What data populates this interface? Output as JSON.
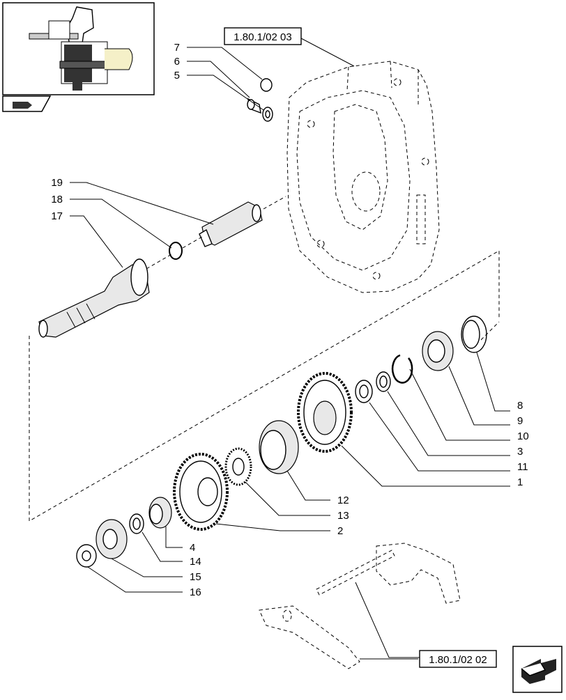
{
  "references": {
    "housing": "1.80.1/02 03",
    "shift_fork": "1.80.1/02 02"
  },
  "callouts": {
    "c1": "1",
    "c2": "2",
    "c3": "3",
    "c4": "4",
    "c5": "5",
    "c6": "6",
    "c7": "7",
    "c8": "8",
    "c9": "9",
    "c10": "10",
    "c11": "11",
    "c12": "12",
    "c13": "13",
    "c14": "14",
    "c15": "15",
    "c16": "16",
    "c17": "17",
    "c18": "18",
    "c19": "19"
  },
  "icons": {
    "thumbnail": "assembly-thumbnail-icon",
    "section": "section-marker-icon",
    "next": "next-page-arrow-icon"
  }
}
